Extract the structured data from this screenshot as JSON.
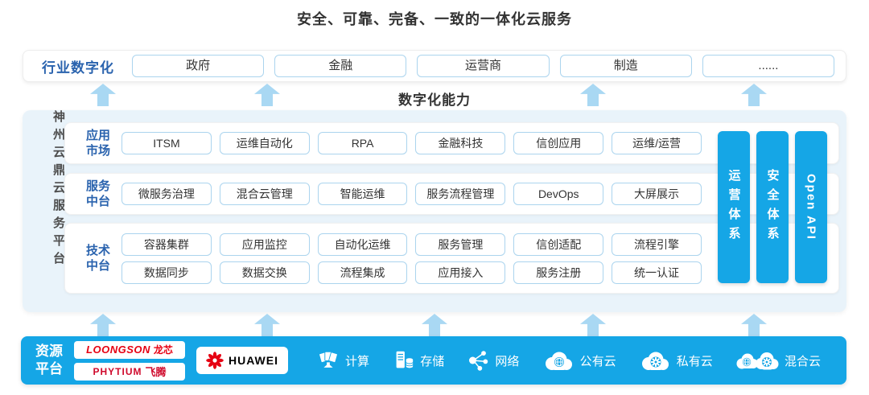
{
  "title": "安全、可靠、完备、一致的一体化云服务",
  "capability_label": "数字化能力",
  "industry": {
    "label": "行业数字化",
    "items": [
      "政府",
      "金融",
      "运营商",
      "制造",
      "......"
    ]
  },
  "platform": {
    "side_label": "神州云鼎云服务平台",
    "rows": [
      {
        "label": [
          "应用",
          "市场"
        ],
        "lines": [
          [
            "ITSM",
            "运维自动化",
            "RPA",
            "金融科技",
            "信创应用",
            "运维/运营"
          ]
        ]
      },
      {
        "label": [
          "服务",
          "中台"
        ],
        "lines": [
          [
            "微服务治理",
            "混合云管理",
            "智能运维",
            "服务流程管理",
            "DevOps",
            "大屏展示"
          ]
        ]
      },
      {
        "label": [
          "技术",
          "中台"
        ],
        "lines": [
          [
            "容器集群",
            "应用监控",
            "自动化运维",
            "服务管理",
            "信创适配",
            "流程引擎"
          ],
          [
            "数据同步",
            "数据交换",
            "流程集成",
            "应用接入",
            "服务注册",
            "统一认证"
          ]
        ]
      }
    ],
    "pillars": [
      "运营体系",
      "安全体系",
      "Open API"
    ]
  },
  "resources": {
    "label": [
      "资源",
      "平台"
    ],
    "logos": {
      "loongson": {
        "en": "LOONGSON",
        "cn": "龙芯"
      },
      "phytium": {
        "en": "PHYTIUM",
        "cn": "飞腾"
      },
      "huawei": "HUAWEI"
    },
    "items": [
      {
        "icon": "compute-icon",
        "label": "计算"
      },
      {
        "icon": "storage-icon",
        "label": "存储"
      },
      {
        "icon": "network-icon",
        "label": "网络"
      },
      {
        "icon": "public-cloud-icon",
        "label": "公有云"
      },
      {
        "icon": "private-cloud-icon",
        "label": "私有云"
      },
      {
        "icon": "hybrid-cloud-icon",
        "label": "混合云"
      }
    ]
  },
  "colors": {
    "accent": "#15a6e6",
    "arrow": "#a9d8f3",
    "panel_bg": "#e9f3fa",
    "box_border": "#abd4ee",
    "label_blue": "#2a63ae",
    "logo_red": "#e60012",
    "text_dark": "#333333"
  }
}
